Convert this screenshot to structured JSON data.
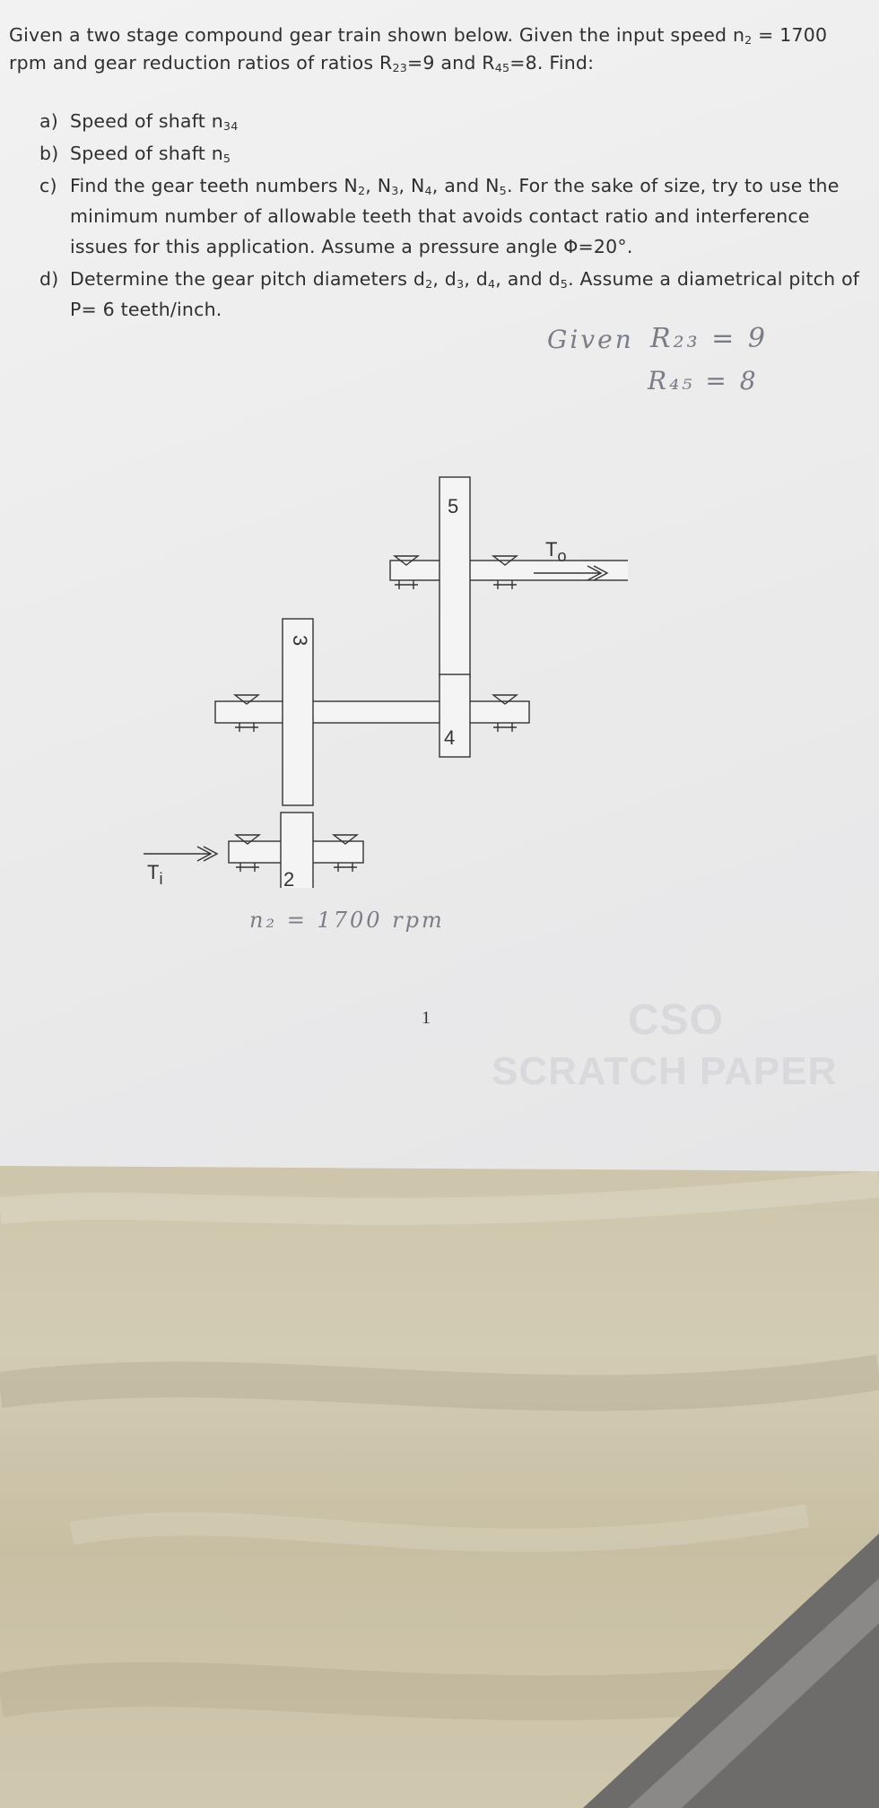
{
  "problem": {
    "intro_1": "Given a two stage compound gear train shown below. Given the input speed n",
    "intro_sub_n2": "2",
    "intro_2": " = 1700 rpm and gear reduction ratios of ratios R",
    "intro_sub_r23": "23",
    "intro_3": "=9 and R",
    "intro_sub_r45": "45",
    "intro_4": "=8. Find:",
    "parts": [
      {
        "marker": "a)",
        "text": "Speed of shaft n",
        "sub": "34",
        "tail": ""
      },
      {
        "marker": "b)",
        "text": "Speed of shaft n",
        "sub": "5",
        "tail": ""
      },
      {
        "marker": "c)",
        "text": "Find the gear teeth numbers N",
        "sub": "2",
        "tail": ", N"
      },
      {
        "marker": "d)",
        "text": "Determine the gear pitch diameters d",
        "sub": "2",
        "tail": ", d"
      }
    ],
    "part_c_rest": {
      "sub3": "3",
      "t1": ", N",
      "sub4": "4",
      "t2": ", and N",
      "sub5": "5",
      "t3": ". For the sake of size, try to use the minimum number of allowable teeth that avoids contact ratio and interference issues for this application. Assume a pressure angle Φ=20°."
    },
    "part_d_rest": {
      "sub3": "3",
      "t1": ", d",
      "sub4": "4",
      "t2": ", and d",
      "sub5": "5",
      "t3": ". Assume a diametrical pitch of P= 6 teeth/inch."
    }
  },
  "handwriting": {
    "given": "Given",
    "r23": "R₂₃ = 9",
    "r45": "R₄₅ = 8",
    "n2_speed": "n₂ = 1700 rpm"
  },
  "diagram": {
    "gear_labels": [
      "2",
      "3",
      "4",
      "5"
    ],
    "input_torque": "T",
    "input_torque_sub": "i",
    "output_torque": "T",
    "output_torque_sub": "o"
  },
  "page_number": "1",
  "watermark": {
    "line1": "CSO",
    "line2": "SCRATCH PAPER"
  },
  "colors": {
    "paper": "#eeeeee",
    "ink": "#2f2f2f",
    "pencil": "#7a7d88",
    "fabric": "#cfc6ad"
  }
}
